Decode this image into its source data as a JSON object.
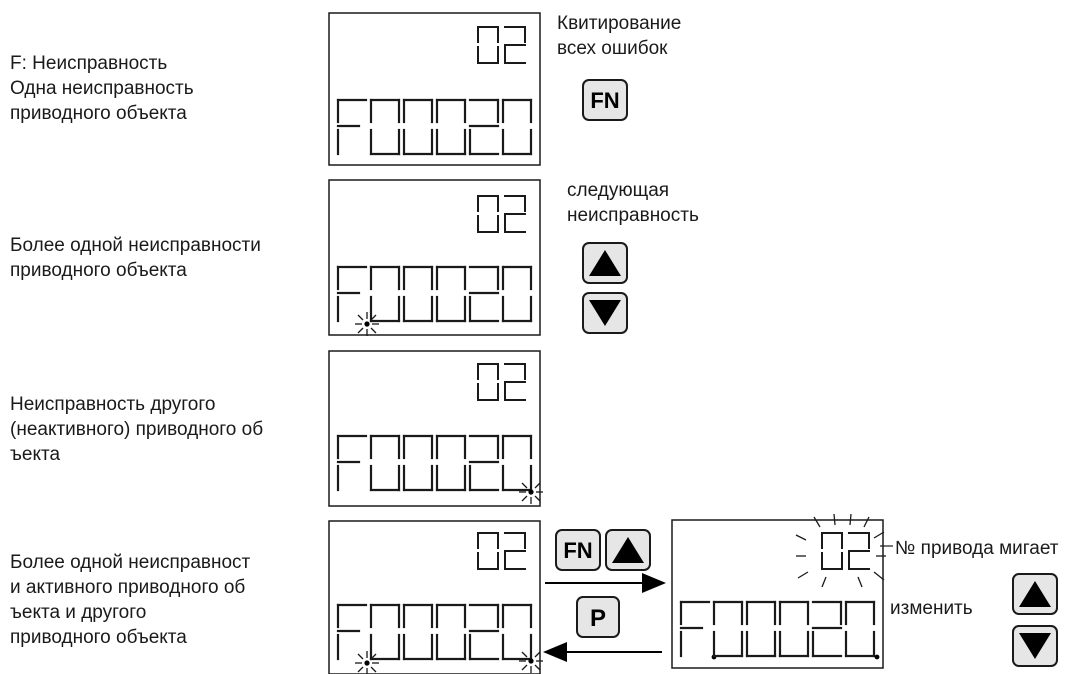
{
  "rows": [
    {
      "label": "F: Неисправность\nОдна неисправность\nприводного объекта",
      "display": {
        "drive_no": "02",
        "fault_code": "F00020"
      },
      "note": "Квитирование\nвсех ошибок",
      "keys": [
        "FN"
      ]
    },
    {
      "label": "Более одной неисправности\nприводного объекта",
      "display": {
        "drive_no": "02",
        "fault_code": "F00020"
      },
      "note": "следующая\nнеисправность",
      "keys": [
        "up-arrow",
        "down-arrow"
      ]
    },
    {
      "label": "Неисправность другого\n(неактивного) приводного об\nъекта",
      "display": {
        "drive_no": "02",
        "fault_code": "F00020"
      }
    },
    {
      "label": "Более одной неисправност\nи активного приводного об\nъекта и другого\nприводного объекта",
      "display": {
        "drive_no": "02",
        "fault_code": "F00020"
      },
      "transition_forward_keys": [
        "FN",
        "up-arrow"
      ],
      "transition_back_key": "P",
      "result_display": {
        "drive_no": "02",
        "fault_code": "F.00020."
      },
      "notes": {
        "drive_blinks": "№ привода мигает",
        "change": "изменить"
      },
      "change_keys": [
        "up-arrow",
        "down-arrow"
      ]
    }
  ],
  "key_labels": {
    "fn": "FN",
    "p": "P"
  },
  "colors": {
    "key_fill": "#e6e6e6",
    "ink": "#1a1a1a",
    "arrow": "#000000"
  }
}
